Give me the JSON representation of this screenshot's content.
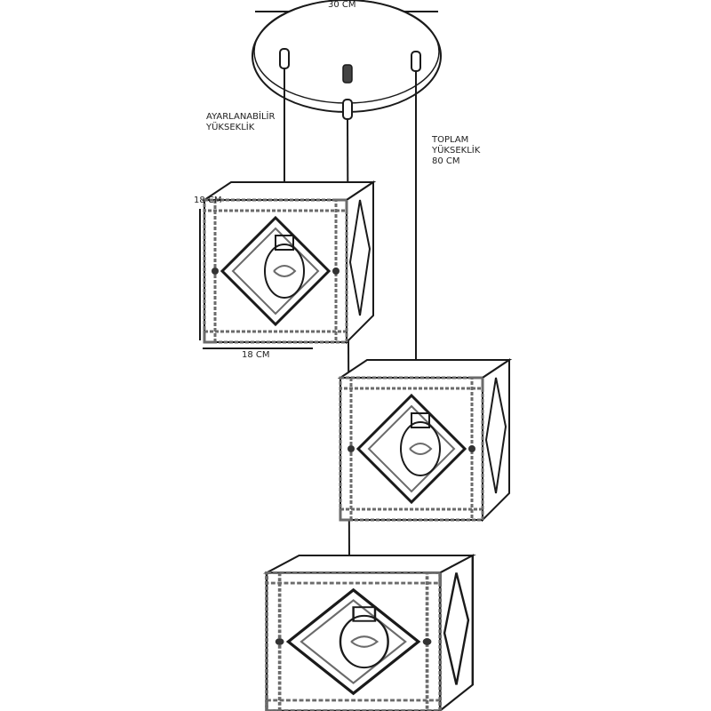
{
  "diagram": {
    "labels": {
      "canopy_width": "30 CM",
      "adjustable": [
        "AYARLANABİLİR",
        "YÜKSEKLİK"
      ],
      "total": [
        "TOPLAM",
        "YÜKSEKLİK",
        "80 CM"
      ],
      "cube_height": "18 CM",
      "cube_width": "18 CM"
    },
    "colors": {
      "line": "#1a1a1a",
      "wood": "#6b6b6b",
      "fill": "#ffffff"
    },
    "icons": [
      "ceiling-canopy-icon",
      "pendant-cube-icon",
      "bulb-icon",
      "cord-icon"
    ]
  }
}
